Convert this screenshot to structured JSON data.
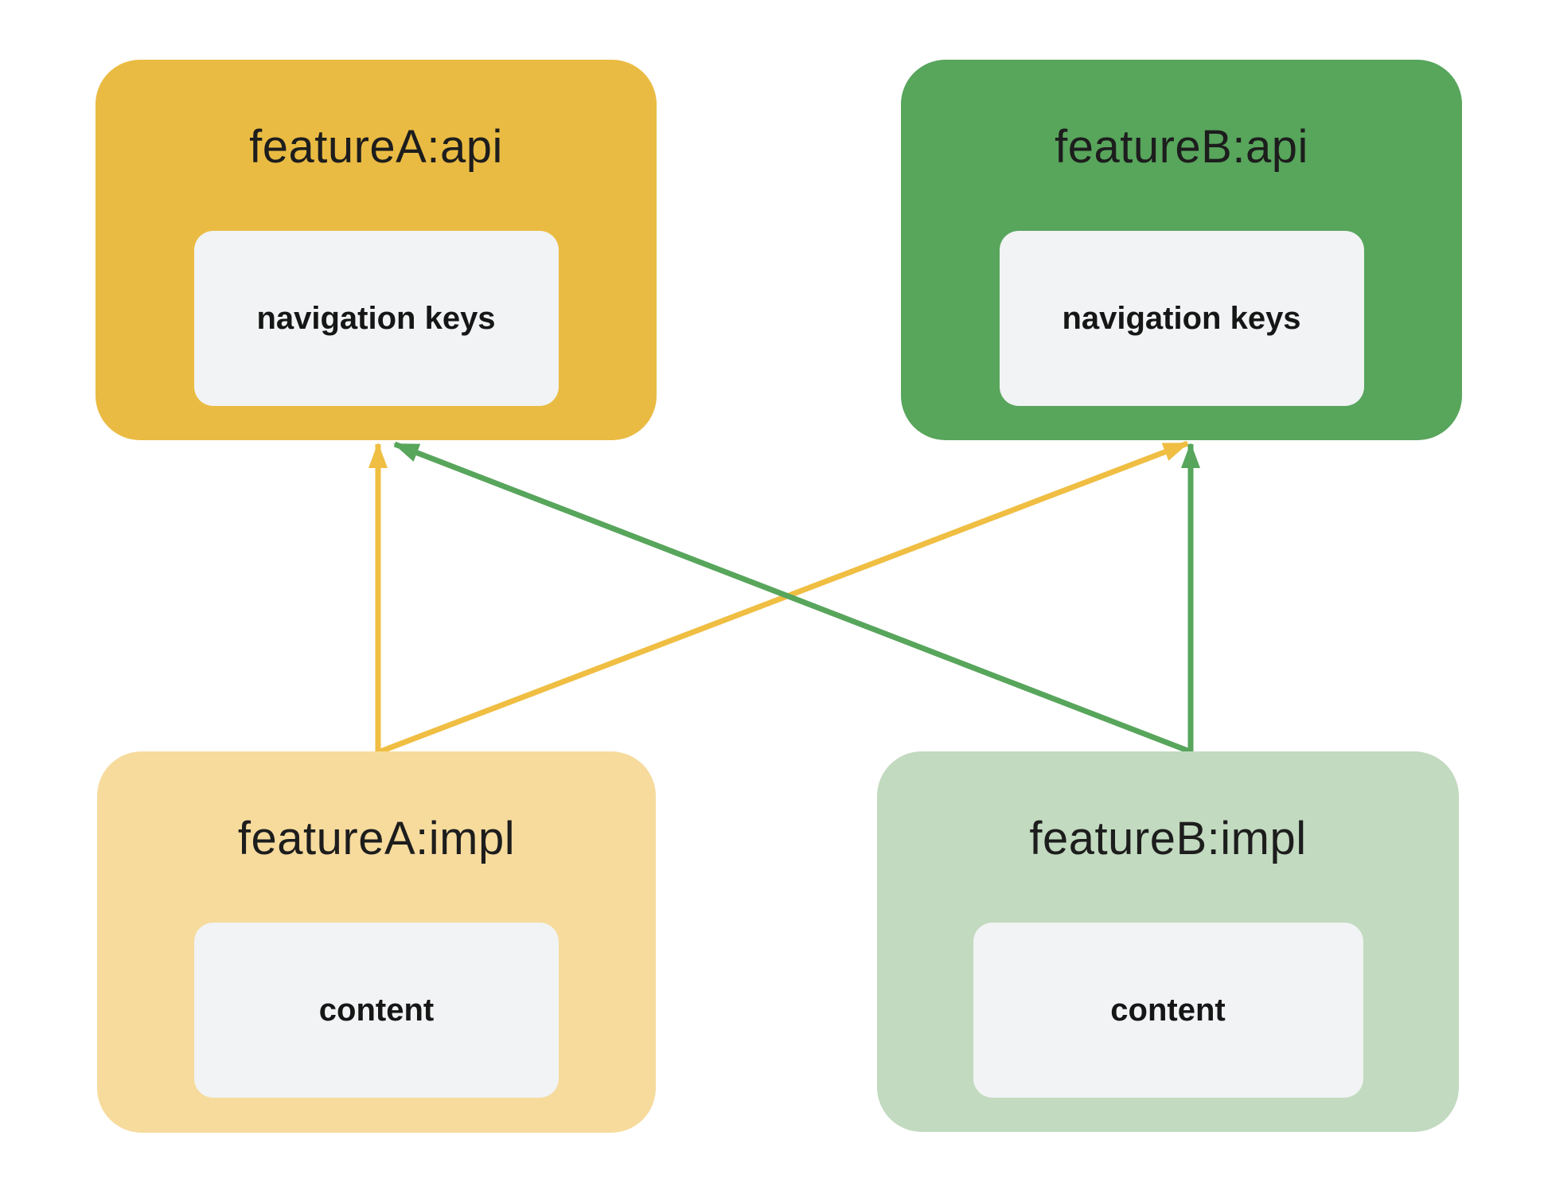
{
  "diagram": {
    "background": "#ffffff",
    "inner_box_fill": "#F1F3F4",
    "text_color": "#1d1d1d",
    "nodes": [
      {
        "id": "featureA-api",
        "title": "featureA:api",
        "inner_label": "navigation keys",
        "fill": "#EABB43"
      },
      {
        "id": "featureB-api",
        "title": "featureB:api",
        "inner_label": "navigation keys",
        "fill": "#58A55C"
      },
      {
        "id": "featureA-impl",
        "title": "featureA:impl",
        "inner_label": "content",
        "fill": "#F6DB9D"
      },
      {
        "id": "featureB-impl",
        "title": "featureB:impl",
        "inner_label": "content",
        "fill": "#C2DABF"
      }
    ],
    "edges": [
      {
        "from": "featureA-impl",
        "to": "featureA-api",
        "color": "#EFBE42",
        "style": "vertical"
      },
      {
        "from": "featureA-impl",
        "to": "featureB-api",
        "color": "#EFBE42",
        "style": "diagonal"
      },
      {
        "from": "featureB-impl",
        "to": "featureB-api",
        "color": "#58A55C",
        "style": "vertical"
      },
      {
        "from": "featureB-impl",
        "to": "featureA-api",
        "color": "#58A55C",
        "style": "diagonal"
      }
    ]
  }
}
